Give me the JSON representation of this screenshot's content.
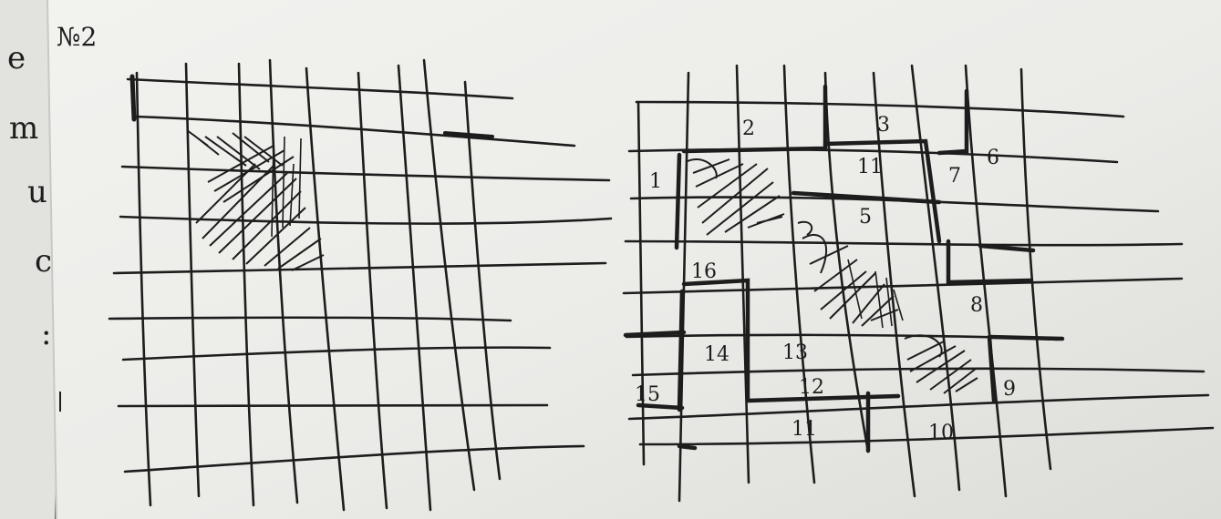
{
  "page_heading": "№2",
  "margin_marks": [
    "e",
    "m",
    "u",
    "c",
    ":"
  ],
  "right_grid_labels": [
    "1",
    "2",
    "3",
    "6",
    "11",
    "7",
    "5",
    "16",
    "8",
    "14",
    "13",
    "15",
    "12",
    "9",
    "11",
    "10"
  ],
  "colors": {
    "paper": "#ebebe8",
    "back_sheet": "#e2e2de",
    "ink": "#1d1d1d",
    "desk": "#6b5a48"
  }
}
